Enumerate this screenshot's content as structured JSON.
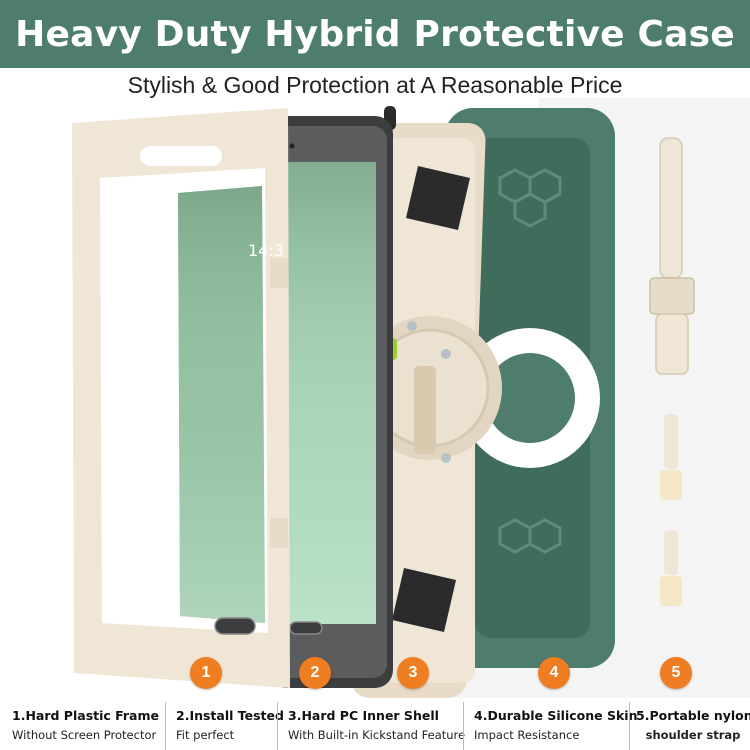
{
  "banner": {
    "title": "Heavy Duty Hybrid Protective Case",
    "bg_color": "#4e7d6b"
  },
  "subtitle": "Stylish & Good Protection at A Reasonable Price",
  "screen": {
    "time": "14:3"
  },
  "badges": [
    "1",
    "2",
    "3",
    "4",
    "5"
  ],
  "features": [
    {
      "title": "1.Hard Plastic Frame",
      "desc": "Without Screen Protector"
    },
    {
      "title": "2.Install Tested",
      "desc": "Fit perfect"
    },
    {
      "title": "3.Hard PC Inner Shell",
      "desc": "With Built-in Kickstand Feature"
    },
    {
      "title": "4.Durable Silicone Skin",
      "desc": "Impact Resistance"
    },
    {
      "title": "5.Portable nylon",
      "desc": "shoulder strap"
    }
  ],
  "colors": {
    "accent_orange": "#ef7d22",
    "frame_beige": "#efe6d6",
    "silicone_green": "#4e7d6b"
  }
}
